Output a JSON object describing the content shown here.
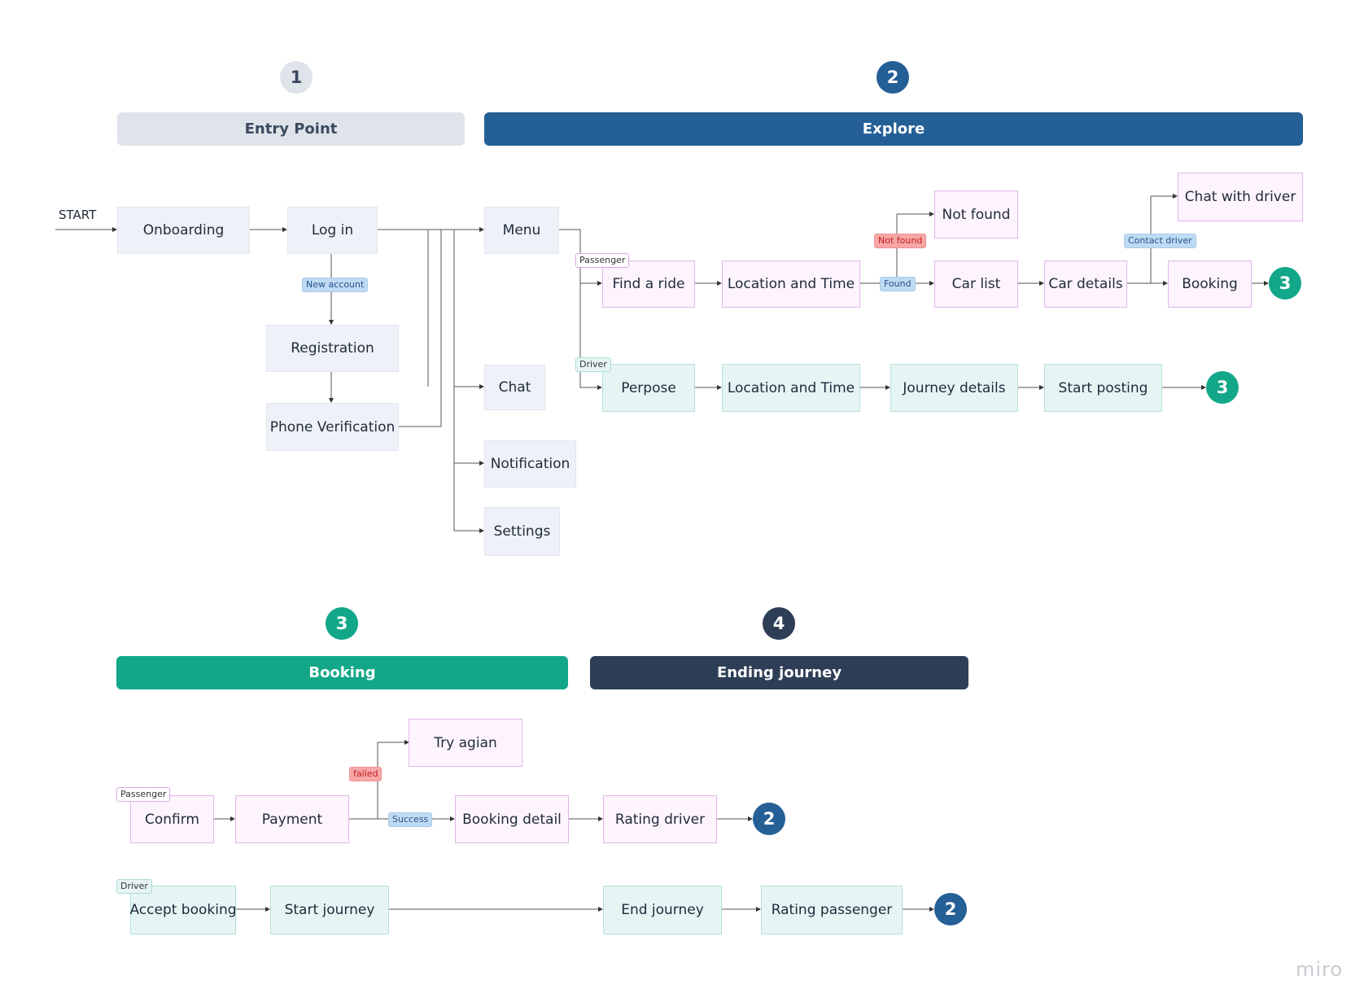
{
  "colors": {
    "gray_header": "#dfe3ea",
    "blue": "#245f96",
    "green": "#12a788",
    "navy": "#2d3e56"
  },
  "sections": {
    "s1": {
      "number": "1",
      "title": "Entry Point"
    },
    "s2": {
      "number": "2",
      "title": "Explore"
    },
    "s3": {
      "number": "3",
      "title": "Booking"
    },
    "s4": {
      "number": "4",
      "title": "Ending journey"
    }
  },
  "start_label": "START",
  "nodes": {
    "onboarding": "Onboarding",
    "login": "Log in",
    "registration": "Registration",
    "phone_verification": "Phone Verification",
    "menu": "Menu",
    "chat": "Chat",
    "notification": "Notification",
    "settings": "Settings",
    "find_ride": "Find a ride",
    "location_time_p": "Location and Time",
    "not_found": "Not found",
    "car_list": "Car list",
    "car_details": "Car details",
    "booking": "Booking",
    "chat_driver": "Chat with driver",
    "perpose": "Perpose",
    "location_time_d": "Location and Time",
    "journey_details": "Journey details",
    "start_posting": "Start posting",
    "confirm": "Confirm",
    "payment": "Payment",
    "try_again": "Try agian",
    "booking_detail": "Booking detail",
    "rating_driver": "Rating driver",
    "accept_booking": "Accept booking",
    "start_journey": "Start journey",
    "end_journey": "End journey",
    "rating_passenger": "Rating passenger"
  },
  "tags": {
    "new_account": "New account",
    "passenger": "Passenger",
    "driver": "Driver",
    "not_found": "Not found",
    "found": "Found",
    "contact_driver": "Contact driver",
    "failed": "failed",
    "success": "Success",
    "passenger2": "Passenger",
    "driver2": "Driver"
  },
  "connectors": {
    "c3a": "3",
    "c3b": "3",
    "c2a": "2",
    "c2b": "2"
  },
  "brand": "miro"
}
